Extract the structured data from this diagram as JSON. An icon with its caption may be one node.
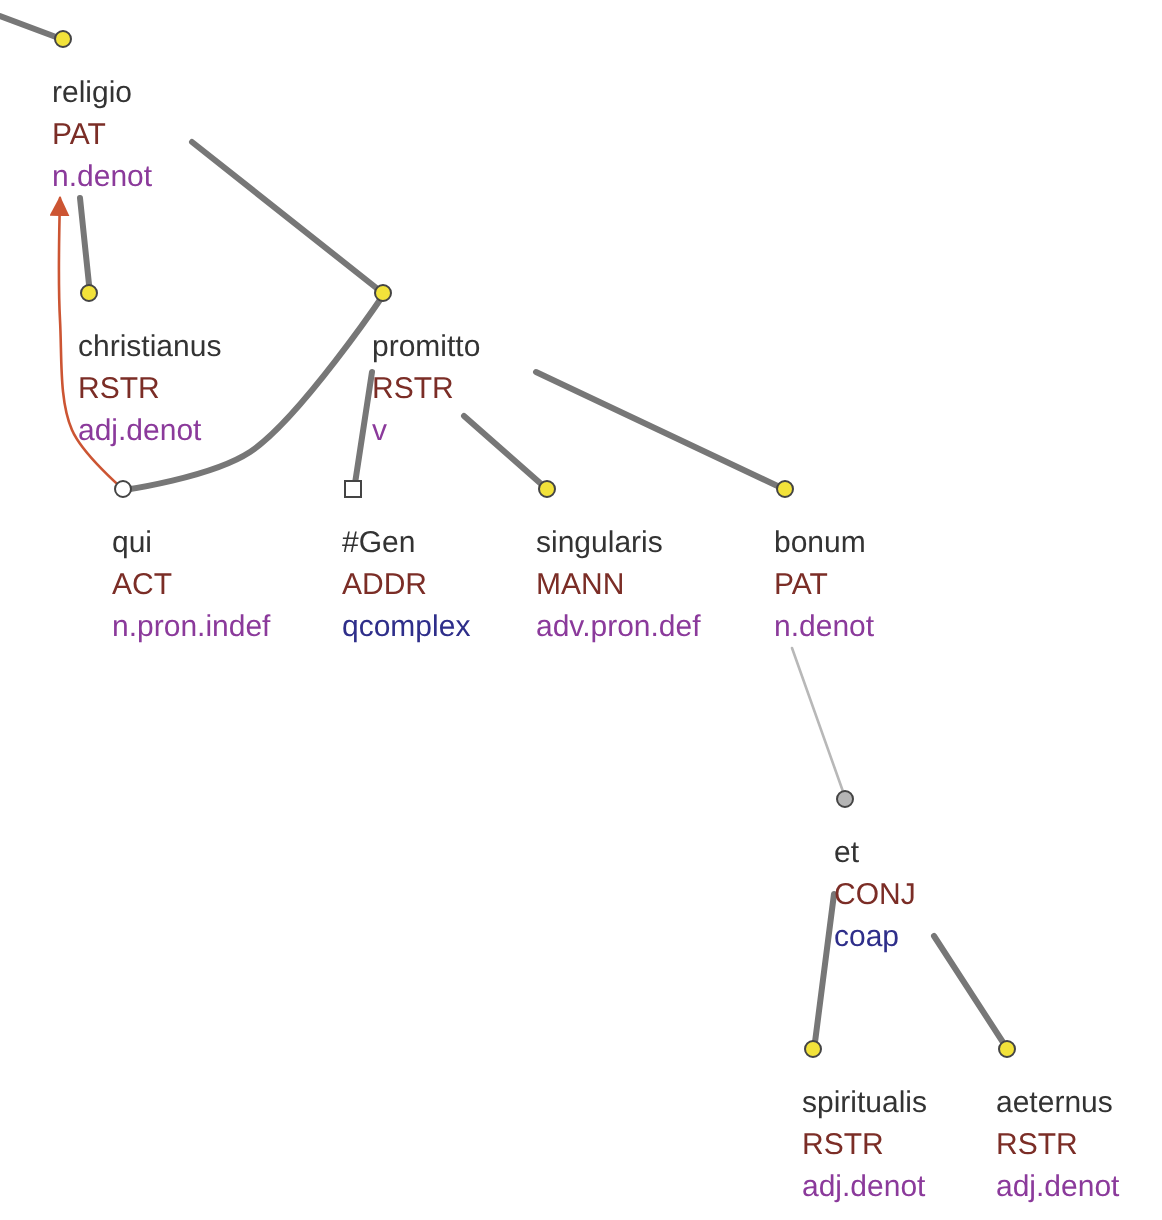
{
  "diagram": {
    "nodes": [
      {
        "text": [
          "religio",
          "PAT",
          "n.denot"
        ]
      },
      {
        "text": [
          "christianus",
          "RSTR",
          "adj.denot"
        ]
      },
      {
        "text": [
          "promitto",
          "RSTR",
          "v"
        ]
      },
      {
        "text": [
          "qui",
          "ACT",
          "n.pron.indef"
        ]
      },
      {
        "text": [
          "#Gen",
          "ADDR",
          "qcomplex"
        ]
      },
      {
        "text": [
          "singularis",
          "MANN",
          "adv.pron.def"
        ]
      },
      {
        "text": [
          "bonum",
          "PAT",
          "n.denot"
        ]
      },
      {
        "text": [
          "et",
          "CONJ",
          "coap"
        ]
      },
      {
        "text": [
          "spiritualis",
          "RSTR",
          "adj.denot"
        ]
      },
      {
        "text": [
          "aeternus",
          "RSTR",
          "adj.denot"
        ]
      }
    ],
    "edges": [
      {
        "from": null,
        "to": 0,
        "arrow": "none"
      },
      {
        "from": 0,
        "to": 1,
        "arrow": "none"
      },
      {
        "from": 0,
        "to": 2,
        "arrow": "none"
      },
      {
        "from": 3,
        "to": 0,
        "arrow": "to",
        "color": "#cc5533"
      },
      {
        "from": 2,
        "to": 3,
        "arrow": "none"
      },
      {
        "from": 2,
        "to": 4,
        "arrow": "none"
      },
      {
        "from": 2,
        "to": 5,
        "arrow": "none"
      },
      {
        "from": 2,
        "to": 6,
        "arrow": "none"
      },
      {
        "from": 6,
        "to": 7,
        "arrow": "none",
        "color": "#b8b8b8"
      },
      {
        "from": 7,
        "to": 8,
        "arrow": "none"
      },
      {
        "from": 7,
        "to": 9,
        "arrow": "none"
      }
    ]
  }
}
